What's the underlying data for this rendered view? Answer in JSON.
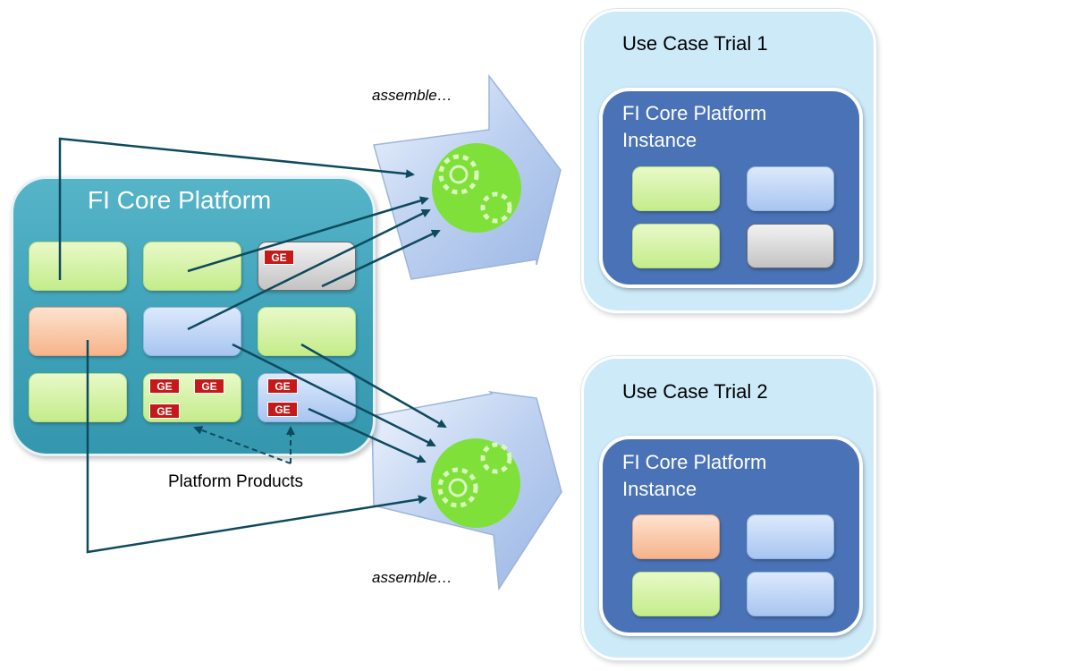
{
  "platform": {
    "title": "FI Core Platform",
    "products_label": "Platform Products",
    "ge_label": "GE"
  },
  "assemble": {
    "top": "assemble…",
    "bottom": "assemble…"
  },
  "trials": [
    {
      "title": "Use Case Trial 1",
      "instance_title_line1": "FI Core Platform",
      "instance_title_line2": "Instance"
    },
    {
      "title": "Use Case Trial 2",
      "instance_title_line1": "FI Core Platform",
      "instance_title_line2": "Instance"
    }
  ],
  "colors": {
    "platform": "#3ea2b9",
    "instance": "#4a73b7",
    "trial_bg": "#cdeaf9",
    "arrow_line": "#0e4a5e",
    "gear": "#7fe03a",
    "ge_badge": "#c51a1a"
  }
}
